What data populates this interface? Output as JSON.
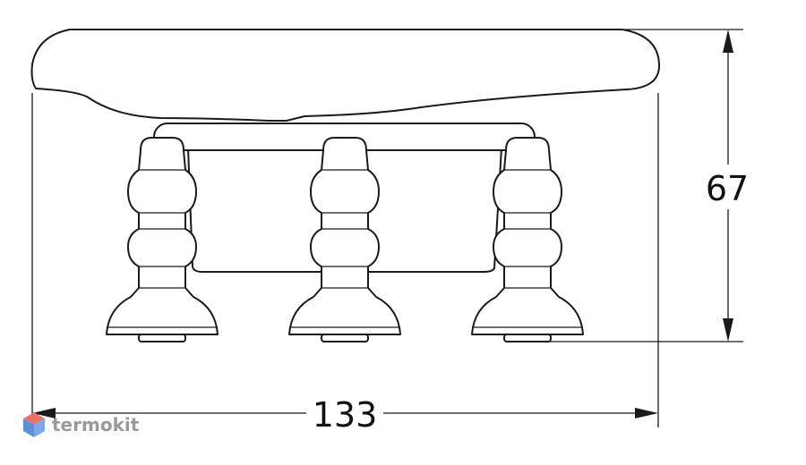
{
  "dimensions": {
    "width_label": "133",
    "height_label": "67"
  },
  "watermark": {
    "text": "termokit"
  },
  "colors": {
    "line": "#1a1a1a",
    "watermark_text": "#9a9a9a",
    "watermark_top": "#e8736c",
    "watermark_left": "#5b8fd6",
    "watermark_right": "#7aa8e8"
  }
}
